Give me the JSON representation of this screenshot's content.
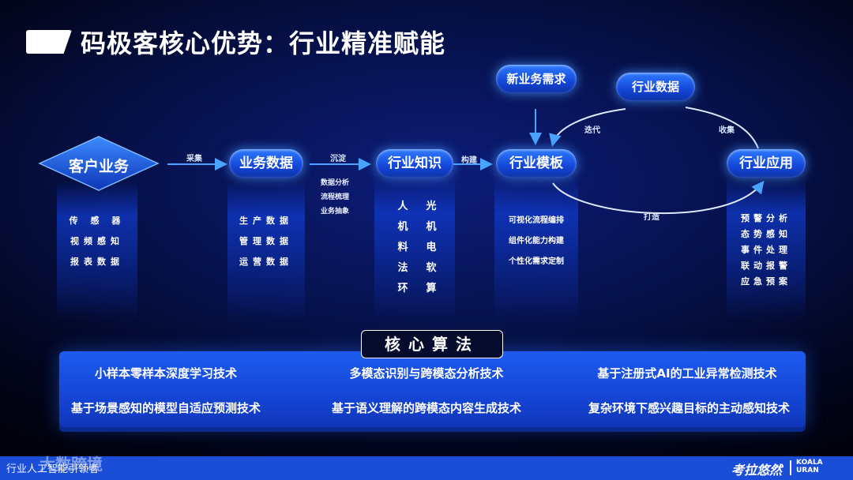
{
  "title": "码极客核心优势：行业精准赋能",
  "nodes": {
    "customer": "客户业务",
    "biz_data": "业务数据",
    "industry_knowledge": "行业知识",
    "industry_template": "行业模板",
    "industry_application": "行业应用",
    "new_demand": "新业务需求",
    "industry_data": "行业数据"
  },
  "arrows": {
    "collect": "采集",
    "deposit": "沉淀",
    "build": "构建",
    "iterate": "迭代",
    "gather": "收集",
    "create": "打造"
  },
  "deposit_notes": [
    "数据分析",
    "流程梳理",
    "业务抽象"
  ],
  "columns": {
    "customer": [
      "传 感 器",
      "视频感知",
      "报表数据"
    ],
    "biz_data": [
      "生产数据",
      "管理数据",
      "运营数据"
    ],
    "knowledge_left": [
      "人",
      "机",
      "料",
      "法",
      "环"
    ],
    "knowledge_right": [
      "光",
      "机",
      "电",
      "软",
      "算"
    ],
    "template": [
      "可视化流程编排",
      "组件化能力构建",
      "个性化需求定制"
    ],
    "application": [
      "预警分析",
      "态势感知",
      "事件处理",
      "联动报警",
      "应急预案"
    ]
  },
  "core_algorithms": {
    "title": "核心算法",
    "items": [
      "小样本零样本深度学习技术",
      "多模态识别与跨模态分析技术",
      "基于注册式AI的工业异常检测技术",
      "基于场景感知的模型自适应预测技术",
      "基于语义理解的跨模态内容生成技术",
      "复杂环境下感兴趣目标的主动感知技术"
    ]
  },
  "footer": {
    "left_text": "行业人工智能引领者",
    "watermark": "大数跨境",
    "brand_cn": "考拉悠然",
    "brand_en": "KOALA\nURAN"
  },
  "colors": {
    "accent": "#1d5cf0",
    "arrow": "#4aa3ff",
    "footer": "#1a4dd8"
  }
}
